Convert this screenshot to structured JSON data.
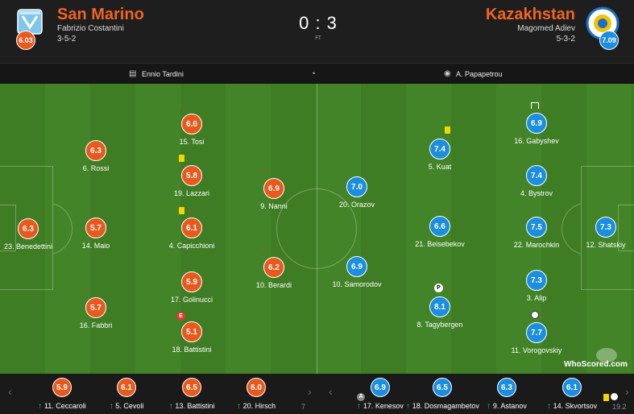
{
  "home": {
    "name": "San Marino",
    "coach": "Fabrizio Costantini",
    "formation": "3-5-2",
    "rating": "6.03"
  },
  "away": {
    "name": "Kazakhstan",
    "coach": "Magomed Adiev",
    "formation": "5-3-2",
    "rating": "7.09"
  },
  "match": {
    "score": "0 : 3",
    "status": "FT",
    "stadium_icon": "stadium-icon",
    "referee_icon": "whistle-icon"
  },
  "venue": {
    "stadium": "Ennio Tardini",
    "separator": "•",
    "referee": "A. Papapetrou"
  },
  "home_players": [
    {
      "rating": "6.3",
      "name": "23. Benedettini"
    },
    {
      "rating": "6.3",
      "name": "6. Rossi"
    },
    {
      "rating": "5.7",
      "name": "14. Maio"
    },
    {
      "rating": "5.7",
      "name": "16. Fabbri"
    },
    {
      "rating": "6.0",
      "name": "15. Tosi"
    },
    {
      "rating": "5.8",
      "name": "19. Lazzari"
    },
    {
      "rating": "6.1",
      "name": "4. Capicchioni"
    },
    {
      "rating": "5.9",
      "name": "17. Golinucci"
    },
    {
      "rating": "5.1",
      "name": "18. Battistini"
    },
    {
      "rating": "6.9",
      "name": "9. Nanni"
    },
    {
      "rating": "6.2",
      "name": "10. Berardi"
    }
  ],
  "away_players": [
    {
      "rating": "7.0",
      "name": "20. Orazov"
    },
    {
      "rating": "6.9",
      "name": "10. Samorodov"
    },
    {
      "rating": "7.4",
      "name": "5. Kuat"
    },
    {
      "rating": "6.6",
      "name": "21. Beisebekov"
    },
    {
      "rating": "8.1",
      "name": "8. Tagybergen"
    },
    {
      "rating": "6.9",
      "name": "16. Gabyshev"
    },
    {
      "rating": "7.4",
      "name": "4. Bystrov"
    },
    {
      "rating": "7.5",
      "name": "22. Marochkin"
    },
    {
      "rating": "7.3",
      "name": "3. Alip"
    },
    {
      "rating": "7.7",
      "name": "11. Vorogovskiy"
    },
    {
      "rating": "7.3",
      "name": "12. Shatskiy"
    }
  ],
  "home_subs": [
    {
      "rating": "5.9",
      "name": "11. Ceccaroli"
    },
    {
      "rating": "6.1",
      "name": "5. Cevoli"
    },
    {
      "rating": "6.5",
      "name": "13. Battistini"
    },
    {
      "rating": "6.0",
      "name": "20. Hirsch"
    }
  ],
  "away_subs": [
    {
      "rating": "6.9",
      "name": "17. Kenesov"
    },
    {
      "rating": "6.5",
      "name": "18. Dosmagambetov"
    },
    {
      "rating": "6.3",
      "name": "9. Astanov"
    },
    {
      "rating": "6.1",
      "name": "14. Skvortsov"
    }
  ],
  "bench_minutes": {
    "home_last": "7",
    "away_last": "19.2"
  },
  "event_labels": {
    "error": "E",
    "penalty": "P",
    "assist": "A"
  },
  "brand": "WhoScored.com",
  "colors": {
    "home": "#e8591d",
    "away": "#1b8ee0",
    "pitch": "#438428",
    "yellow_card": "#f2d600"
  }
}
